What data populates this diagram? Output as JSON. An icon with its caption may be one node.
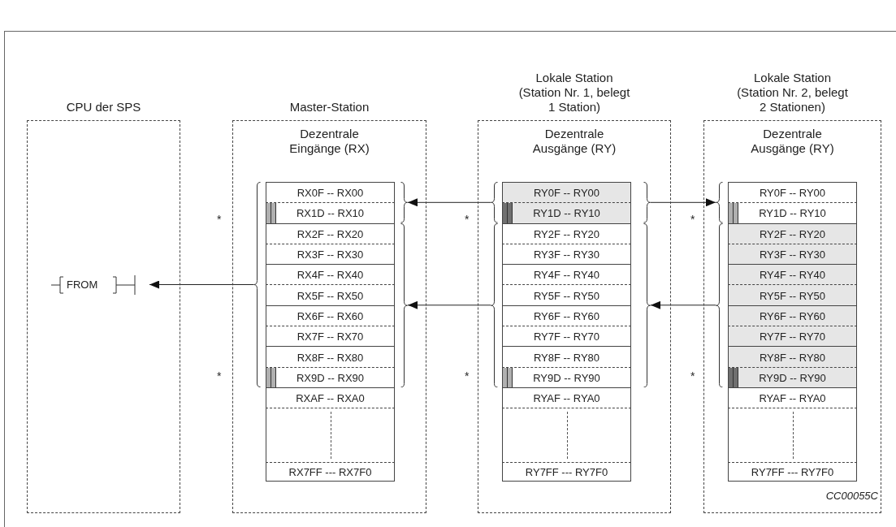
{
  "diagram": {
    "caption": "CC00055C",
    "nodes": [
      {
        "text": [
          "CPU der SPS"
        ]
      },
      {
        "text": [
          "FROM"
        ],
        "in": 0
      },
      {
        "text": [
          "Master-Station",
          "Dezentrale Eingänge (RX)"
        ]
      },
      {
        "text": [],
        "shape": "bracket",
        "in": 2
      },
      {
        "text": [],
        "shape": "bracket",
        "in": 3
      },
      {
        "text": [
          "RX0F -- RX00"
        ],
        "in": 4
      },
      {
        "text": [
          "RX1D -- RX10"
        ],
        "in": 4
      },
      {
        "text": [],
        "shape": "bracket",
        "in": 3
      },
      {
        "text": [
          "RX2F -- RX20"
        ],
        "in": 7
      },
      {
        "text": [
          "RX3F -- RX30"
        ],
        "in": 7
      },
      {
        "text": [
          "RX4F -- RX40"
        ],
        "in": 7
      },
      {
        "text": [
          "RX5F -- RX50"
        ],
        "in": 7
      },
      {
        "text": [
          "RX6F -- RX60"
        ],
        "in": 7
      },
      {
        "text": [
          "RX7F -- RX70"
        ],
        "in": 7
      },
      {
        "text": [
          "RX8F -- RX80"
        ],
        "in": 7
      },
      {
        "text": [
          "RX9D -- RX90"
        ],
        "in": 7
      },
      {
        "text": [
          "RXAF -- RXA0"
        ],
        "in": 2
      },
      {
        "text": [],
        "shape": "box",
        "in": 2
      },
      {
        "text": [
          "RX7FF --- RX7F0"
        ],
        "in": 2
      },
      {
        "text": [
          "Lokale Station (Station Nr. 1, belegt 1 Station)",
          "Dezentrale Ausgänge (RY)"
        ]
      },
      {
        "text": [],
        "shape": "bracket",
        "in": 19
      },
      {
        "text": [
          "RY0F -- RY00"
        ],
        "in": 20
      },
      {
        "text": [
          "RY1D -- RY10"
        ],
        "in": 20
      },
      {
        "text": [],
        "shape": "bracket",
        "in": 19
      },
      {
        "text": [
          "RY2F -- RY20"
        ],
        "in": 23
      },
      {
        "text": [
          "RY3F -- RY30"
        ],
        "in": 23
      },
      {
        "text": [
          "RY4F -- RY40"
        ],
        "in": 23
      },
      {
        "text": [
          "RY5F -- RY50"
        ],
        "in": 23
      },
      {
        "text": [
          "RY6F -- RY60"
        ],
        "in": 23
      },
      {
        "text": [
          "RY7F -- RY70"
        ],
        "in": 23
      },
      {
        "text": [
          "RY8F -- RY80"
        ],
        "in": 23
      },
      {
        "text": [
          "RY9D -- RY90"
        ],
        "in": 23
      },
      {
        "text": [
          "RYAF -- RYA0"
        ],
        "in": 19
      },
      {
        "text": [],
        "shape": "box",
        "in": 19
      },
      {
        "text": [
          "RY7FF --- RY7F0"
        ],
        "in": 19
      },
      {
        "text": [
          "Lokale Station (Station Nr. 2, belegt 2 Stationen)",
          "Dezentrale Ausgänge (RY)"
        ]
      },
      {
        "text": [],
        "shape": "bracket",
        "in": 35
      },
      {
        "text": [
          "RY0F -- RY00"
        ],
        "in": 36
      },
      {
        "text": [
          "RY1D -- RY10"
        ],
        "in": 36
      },
      {
        "text": [],
        "shape": "bracket",
        "in": 35
      },
      {
        "text": [
          "RY2F -- RY20"
        ],
        "in": 39
      },
      {
        "text": [
          "RY3F -- RY30"
        ],
        "in": 39
      },
      {
        "text": [
          "RY4F -- RY40"
        ],
        "in": 39
      },
      {
        "text": [
          "RY5F -- RY50"
        ],
        "in": 39
      },
      {
        "text": [
          "RY6F -- RY60"
        ],
        "in": 39
      },
      {
        "text": [
          "RY7F -- RY70"
        ],
        "in": 39
      },
      {
        "text": [
          "RY8F -- RY80"
        ],
        "in": 39
      },
      {
        "text": [
          "RY9D -- RY90"
        ],
        "in": 39
      },
      {
        "text": [
          "RYAF -- RYA0"
        ],
        "in": 35
      },
      {
        "text": [],
        "shape": "box",
        "in": 35
      },
      {
        "text": [
          "RY7FF --- RY7F0"
        ],
        "in": 35
      }
    ],
    "edges": [
      {
        "from": 3,
        "to": 1,
        "arrow": "to"
      },
      {
        "from": 20,
        "to": 4,
        "arrow": "to"
      },
      {
        "from": 23,
        "to": 7,
        "arrow": "to"
      },
      {
        "from": 20,
        "to": 36,
        "arrow": "to"
      },
      {
        "from": 39,
        "to": 23,
        "arrow": "to"
      }
    ],
    "labels": [
      "*",
      "*",
      "*",
      "*",
      "*",
      "*"
    ]
  }
}
